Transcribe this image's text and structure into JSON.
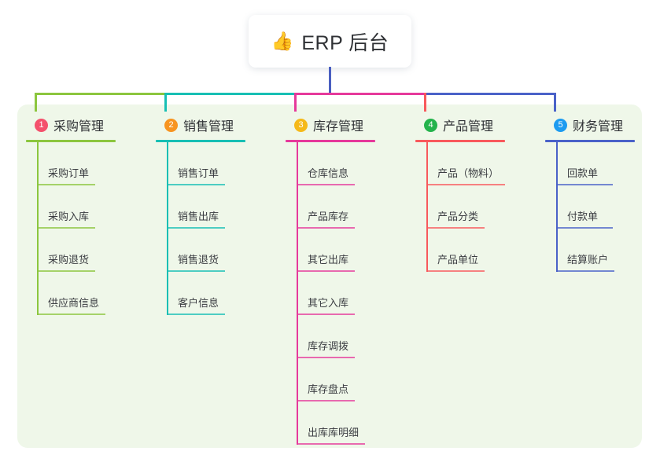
{
  "diagram": {
    "type": "mind-map",
    "title": "ERP 后台",
    "root": {
      "icon": "thumbs-up-icon",
      "emoji": "👍",
      "label": "ERP 后台"
    },
    "panel_color": "#eff7e9",
    "root_connector_color": "#4a5fc1",
    "branches": [
      {
        "number": "1",
        "label": "采购管理",
        "badge_color": "#f4516c",
        "line_color": "#8cc63e",
        "items": [
          {
            "label": "采购订单"
          },
          {
            "label": "采购入库"
          },
          {
            "label": "采购退货"
          },
          {
            "label": "供应商信息"
          }
        ]
      },
      {
        "number": "2",
        "label": "销售管理",
        "badge_color": "#f79420",
        "line_color": "#17bfb4",
        "items": [
          {
            "label": "销售订单"
          },
          {
            "label": "销售出库"
          },
          {
            "label": "销售退货"
          },
          {
            "label": "客户信息"
          }
        ]
      },
      {
        "number": "3",
        "label": "库存管理",
        "badge_color": "#f5b919",
        "line_color": "#e6399b",
        "items": [
          {
            "label": "仓库信息"
          },
          {
            "label": "产品库存"
          },
          {
            "label": "其它出库"
          },
          {
            "label": "其它入库"
          },
          {
            "label": "库存调拨"
          },
          {
            "label": "库存盘点"
          },
          {
            "label": "出库库明细"
          }
        ]
      },
      {
        "number": "4",
        "label": "产品管理",
        "badge_color": "#24b34c",
        "line_color": "#f8595c",
        "items": [
          {
            "label": "产品（物料）"
          },
          {
            "label": "产品分类"
          },
          {
            "label": "产品单位"
          }
        ]
      },
      {
        "number": "5",
        "label": "财务管理",
        "badge_color": "#1d9bf0",
        "line_color": "#4a62c8",
        "items": [
          {
            "label": "回款单"
          },
          {
            "label": "付款单"
          },
          {
            "label": "结算账户"
          }
        ]
      }
    ]
  }
}
